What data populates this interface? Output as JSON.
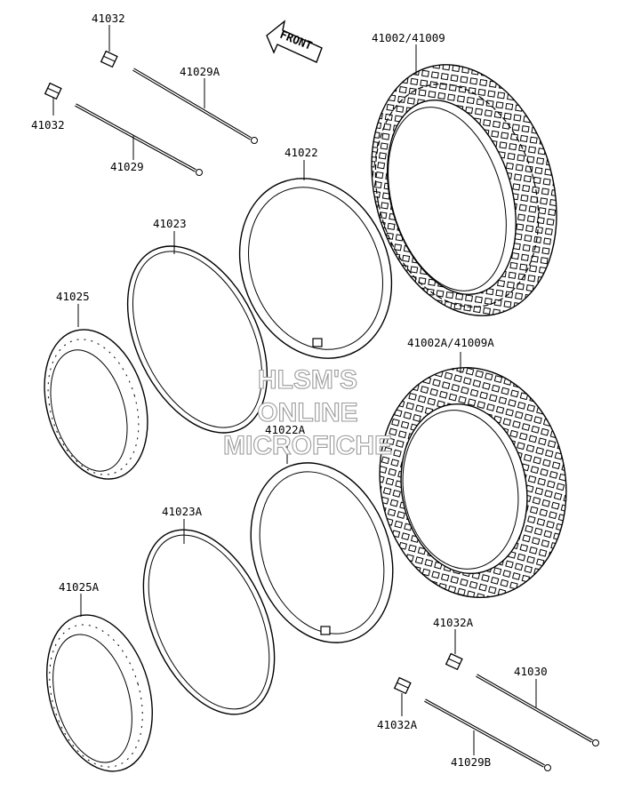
{
  "front_arrow": {
    "label": "FRONT"
  },
  "part_labels": {
    "p41032_top": "41032",
    "p41032_left": "41032",
    "p41029A": "41029A",
    "p41029": "41029",
    "p41002_41009": "41002/41009",
    "p41022": "41022",
    "p41023": "41023",
    "p41025": "41025",
    "p41002A_41009A": "41002A/41009A",
    "p41022A": "41022A",
    "p41023A": "41023A",
    "p41025A": "41025A",
    "p41032A_top": "41032A",
    "p41030": "41030",
    "p41032A_bottom": "41032A",
    "p41029B": "41029B"
  },
  "watermark": {
    "line1": "HLSM'S",
    "line2": "ONLINE",
    "line3": "MICROFICHE"
  }
}
